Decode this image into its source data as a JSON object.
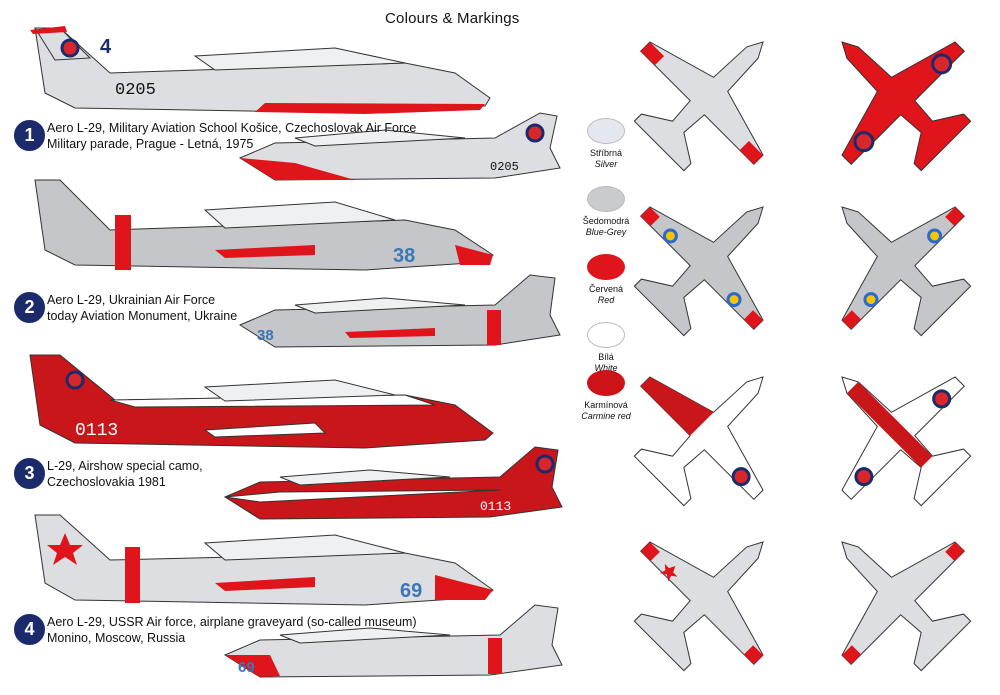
{
  "title": "Colours & Markings",
  "schemes": [
    {
      "number": "1",
      "line1": "Aero L-29, Military Aviation School Košice, Czechoslovak Air Force",
      "line2": "Military parade, Prague - Letná, 1975",
      "code": "0205",
      "fin_code": "4"
    },
    {
      "number": "2",
      "line1": "Aero L-29, Ukrainian Air Force",
      "line2": "today Aviation Monument, Ukraine",
      "code": "38"
    },
    {
      "number": "3",
      "line1": "L-29, Airshow special camo,",
      "line2": "Czechoslovakia 1981",
      "code": "0113"
    },
    {
      "number": "4",
      "line1": "Aero L-29, USSR Air force, airplane graveyard (so-called museum)",
      "line2": "Monino, Moscow, Russia",
      "code": "69"
    }
  ],
  "swatches": [
    {
      "cz": "Stříbrná",
      "en": "Silver",
      "color": "#e4e8ee"
    },
    {
      "cz": "Šedomodrá",
      "en": "Blue-Grey",
      "color": "#c9cbcf"
    },
    {
      "cz": "Červená",
      "en": "Red",
      "color": "#e0141b"
    },
    {
      "cz": "Bílá",
      "en": "White",
      "color": "#ffffff"
    },
    {
      "cz": "Karmínová",
      "en": "Carmine red",
      "color": "#cc1418"
    }
  ],
  "colors": {
    "silver": "#dcdee2",
    "grey": "#c4c6ca",
    "red": "#e0141b",
    "carmine": "#c8161a",
    "navy": "#1b2a6b",
    "blue_code": "#3a78b8"
  }
}
